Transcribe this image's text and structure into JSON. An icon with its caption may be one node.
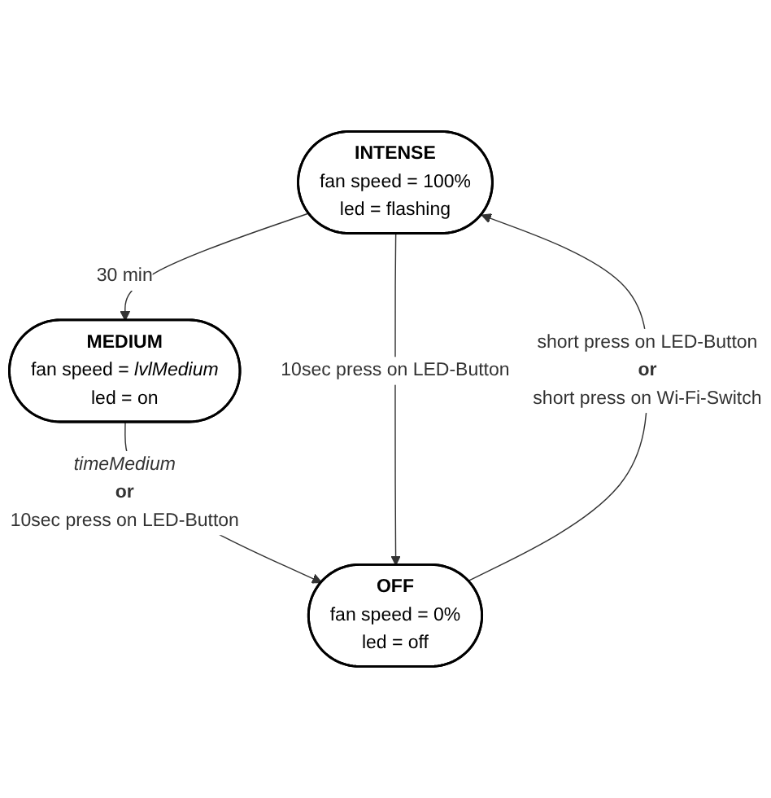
{
  "diagram": {
    "nodes": [
      {
        "text": [
          "INTENSE",
          "fan speed = 100%",
          "led = flashing"
        ]
      },
      {
        "text": [
          "MEDIUM",
          "fan speed = *lvlMedium*",
          "led = on"
        ]
      },
      {
        "text": [
          "OFF",
          "fan speed = 0%",
          "led = off"
        ]
      }
    ],
    "edges": [
      {
        "from": 0,
        "to": 1,
        "arrow": "to",
        "label": "30 min"
      },
      {
        "from": 1,
        "to": 2,
        "arrow": "to",
        "label": "*timeMedium* **or** 10sec press on LED-Button"
      },
      {
        "from": 2,
        "to": 0,
        "arrow": "to",
        "label": "short press on LED-Button **or** short press on Wi-Fi-Switch"
      },
      {
        "from": 0,
        "to": 2,
        "arrow": "to",
        "label": "10sec press on LED-Button"
      }
    ]
  }
}
